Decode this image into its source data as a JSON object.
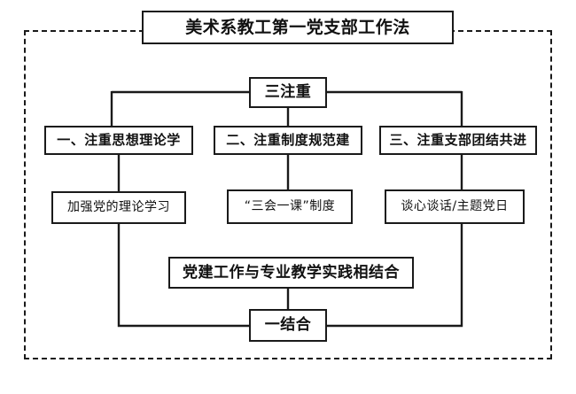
{
  "diagram": {
    "type": "organizational-flowchart",
    "title_box": {
      "label": "美术系教工第一党支部工作法"
    },
    "hub_top": {
      "label": "三注重"
    },
    "hub_bottom": {
      "label": "一结合"
    },
    "branches": [
      {
        "label": "一、注重思想理论学"
      },
      {
        "label": "二、注重制度规范建"
      },
      {
        "label": "三、注重支部团结共进"
      }
    ],
    "leaves": [
      {
        "label": "加强党的理论学习"
      },
      {
        "label": "“三会一课”制度"
      },
      {
        "label": "谈心谈话/主题党日"
      }
    ],
    "combined_box": {
      "label": "党建工作与专业教学实践相结合"
    },
    "colors": {
      "line": "#1a1a1a",
      "box_fill": "#ffffff",
      "text": "#111111",
      "background": "#ffffff"
    }
  }
}
